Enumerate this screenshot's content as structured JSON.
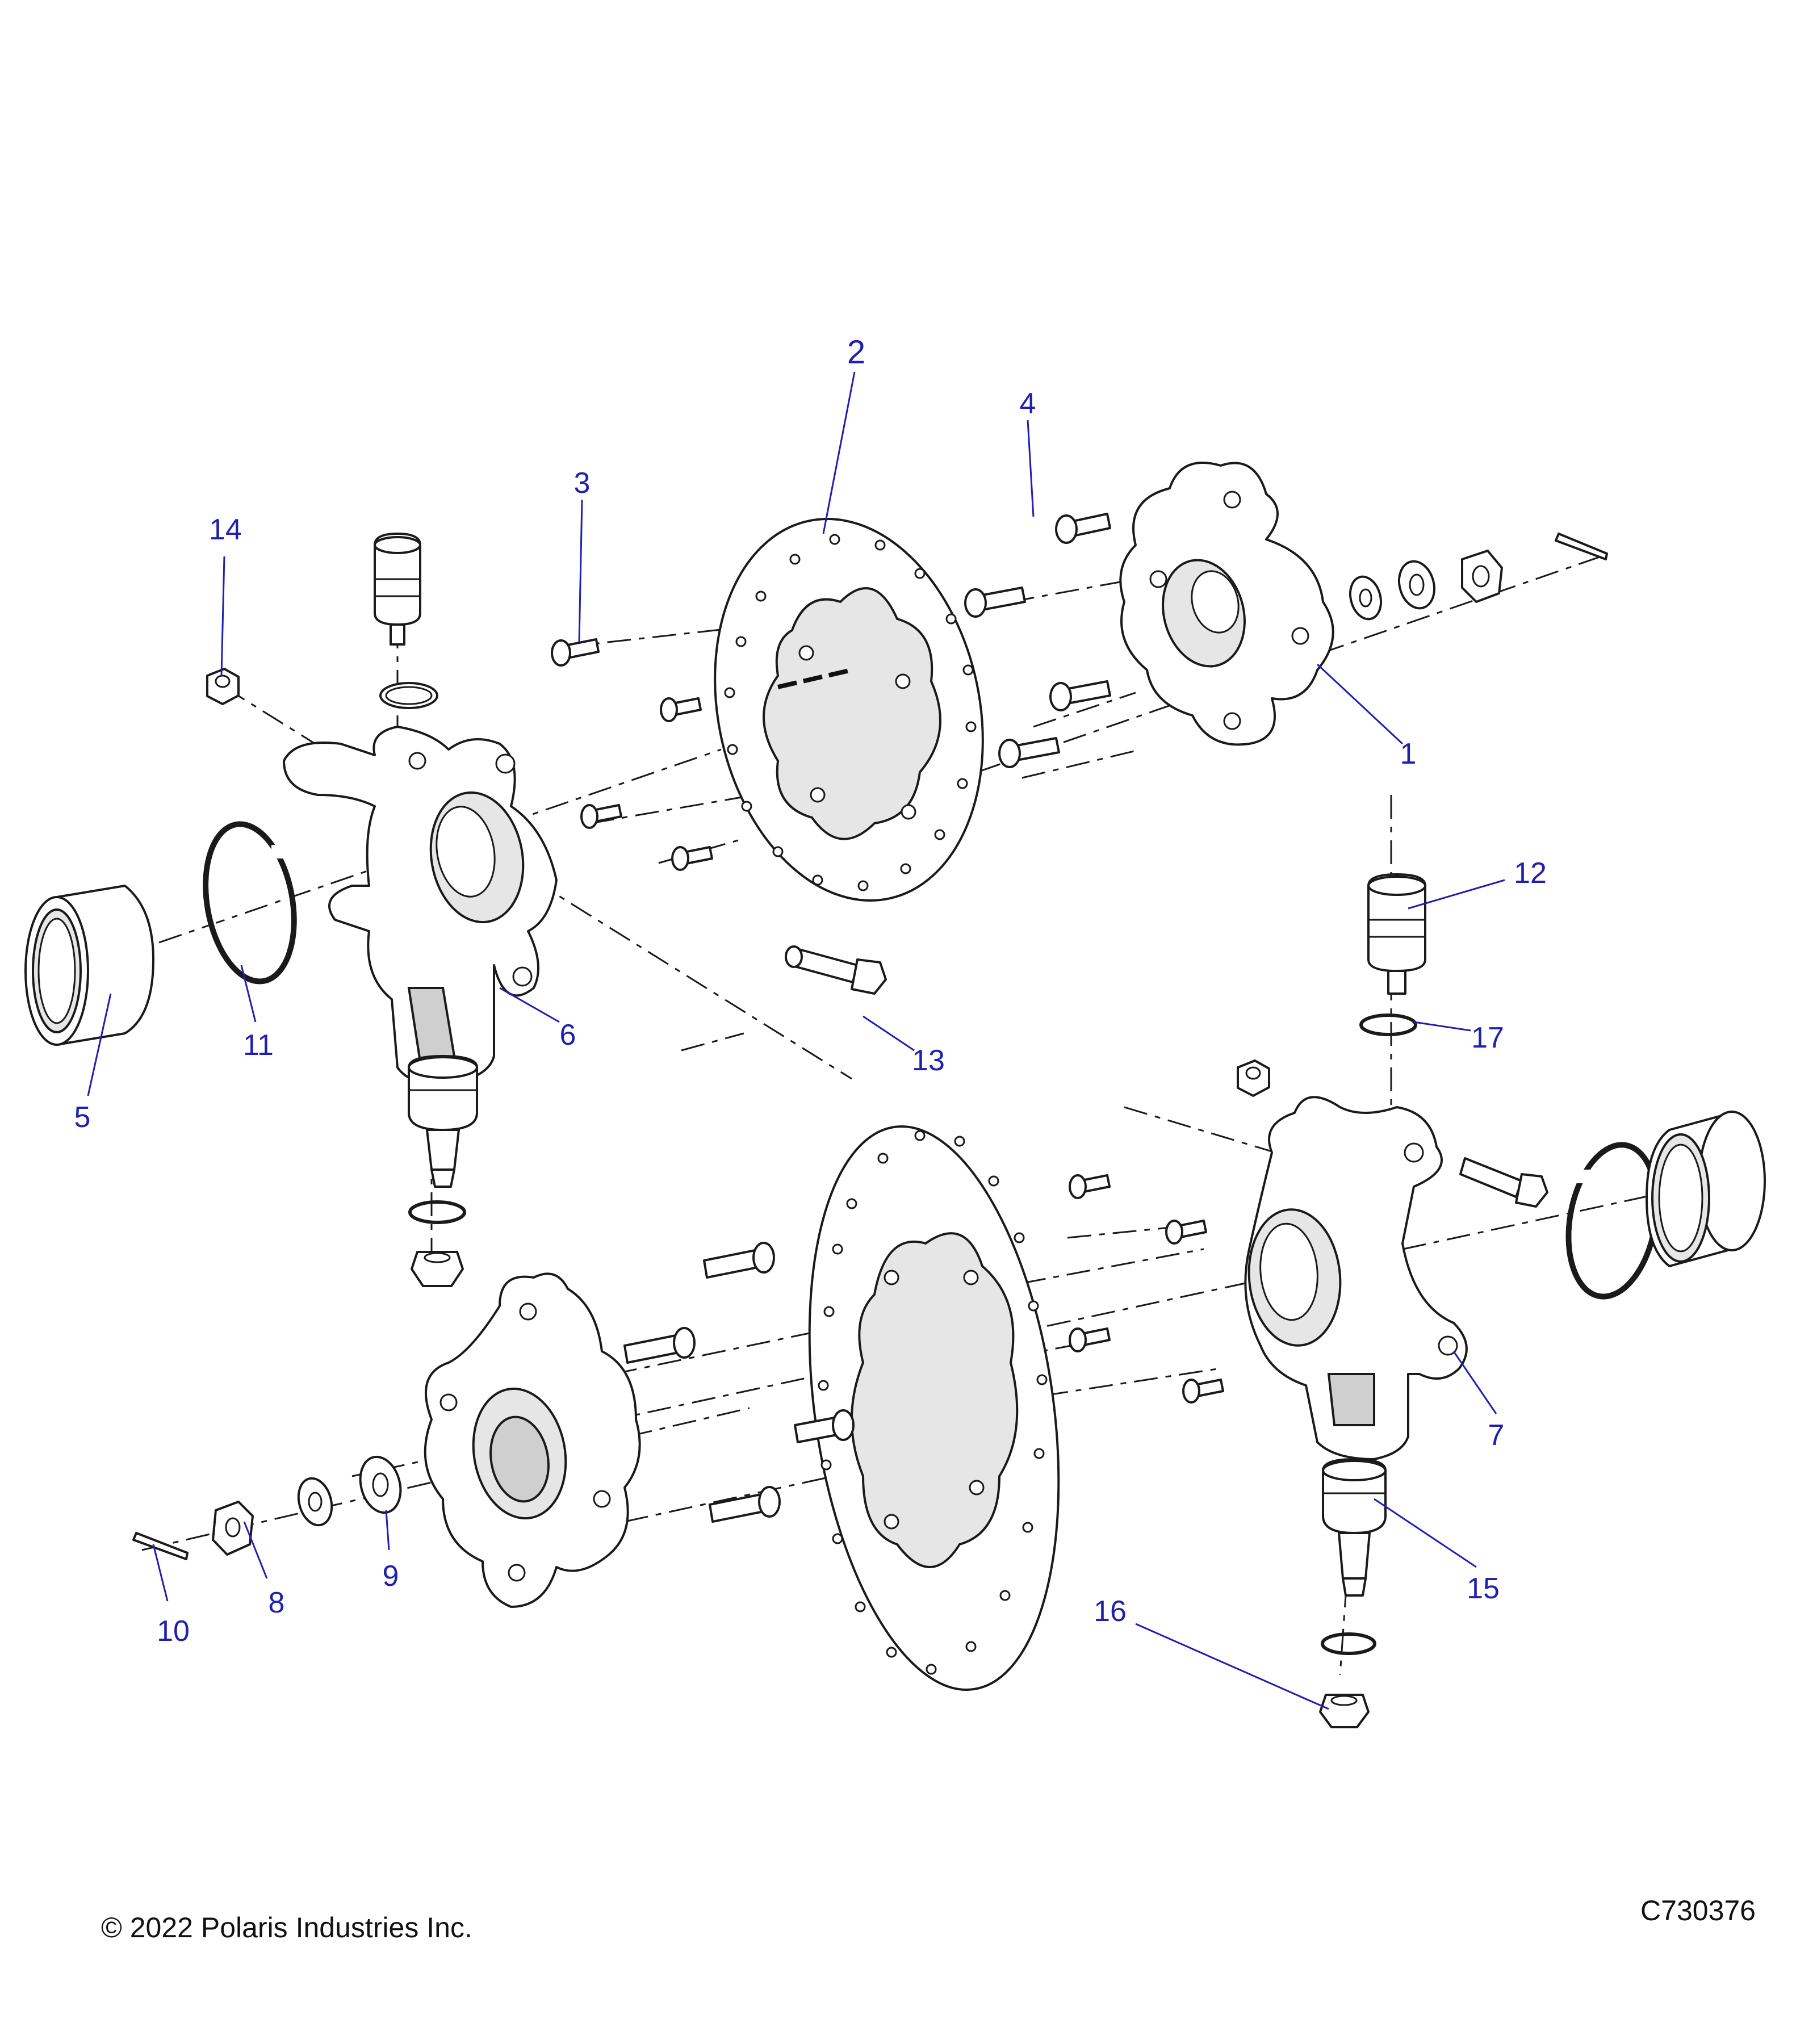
{
  "callouts": [
    {
      "id": "1",
      "label": "1"
    },
    {
      "id": "2",
      "label": "2"
    },
    {
      "id": "3",
      "label": "3"
    },
    {
      "id": "4",
      "label": "4"
    },
    {
      "id": "5",
      "label": "5"
    },
    {
      "id": "6",
      "label": "6"
    },
    {
      "id": "7",
      "label": "7"
    },
    {
      "id": "8",
      "label": "8"
    },
    {
      "id": "9",
      "label": "9"
    },
    {
      "id": "10",
      "label": "10"
    },
    {
      "id": "11",
      "label": "11"
    },
    {
      "id": "12",
      "label": "12"
    },
    {
      "id": "13",
      "label": "13"
    },
    {
      "id": "14",
      "label": "14"
    },
    {
      "id": "15",
      "label": "15"
    },
    {
      "id": "16",
      "label": "16"
    },
    {
      "id": "17",
      "label": "17"
    }
  ],
  "footer": {
    "copyright": "© 2022 Polaris Industries Inc.",
    "figure_id": "C730376"
  },
  "colors": {
    "callout": "#1f1fb0",
    "line": "#1a1a1a"
  }
}
